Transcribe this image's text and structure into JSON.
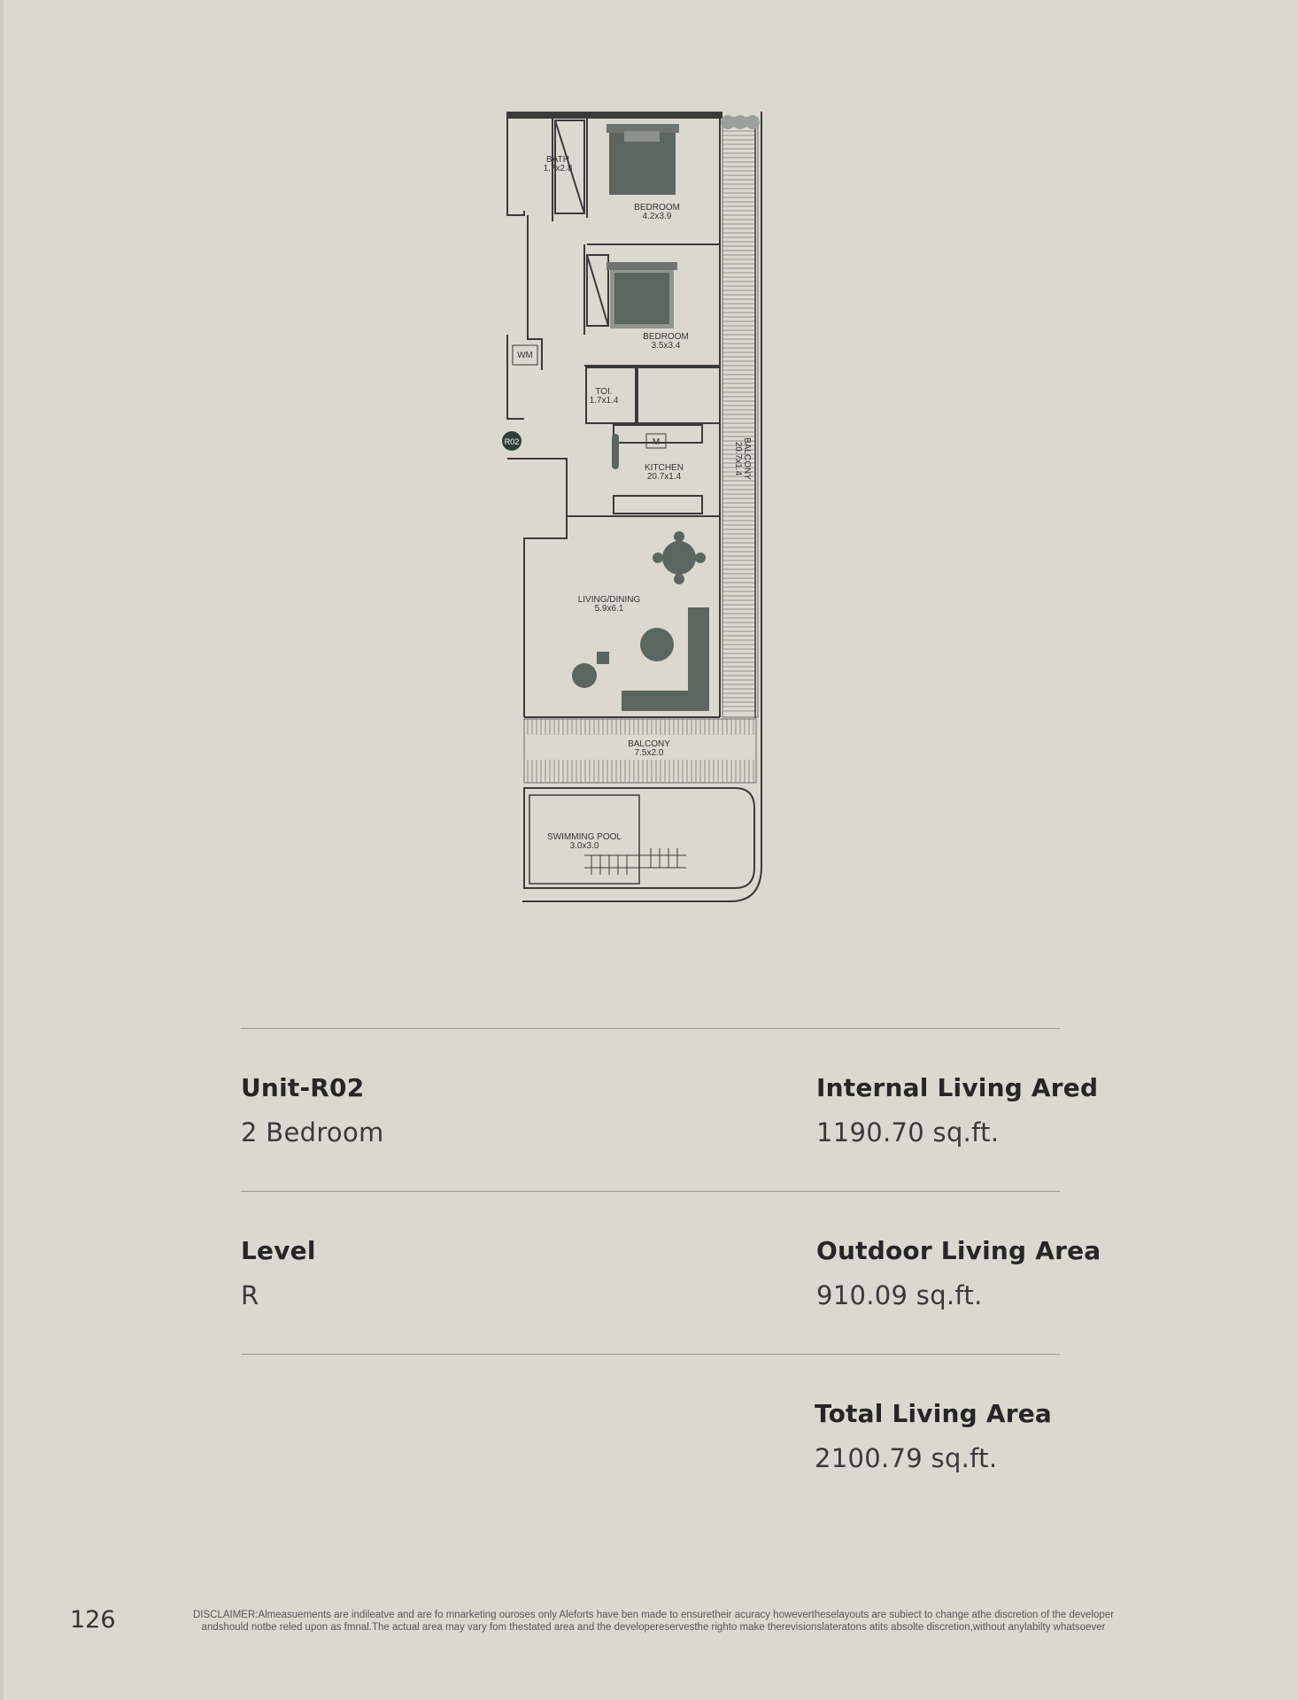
{
  "plan": {
    "rooms": {
      "bath": {
        "name": "BATH",
        "size": "1.7x2.8"
      },
      "bedroom1": {
        "name": "BEDROOM",
        "size": "4.2x3.9"
      },
      "bedroom2": {
        "name": "BEDROOM",
        "size": "3.5x3.4"
      },
      "toilet": {
        "name": "TOI.",
        "size": "1.7x1.4"
      },
      "kitchen": {
        "name": "KITCHEN",
        "size": "20.7x1.4"
      },
      "living": {
        "name": "LIVING/DINING",
        "size": "5.9x6.1"
      },
      "balcony_bottom": {
        "name": "BALCONY",
        "size": "7.5x2.0"
      },
      "balcony_side": {
        "name": "BALCONY",
        "size": "20.7x1.4"
      },
      "pool": {
        "name": "SWIMMING POOL",
        "size": "3.0x3.0"
      }
    },
    "wm_label": "WM",
    "m_label": "M",
    "unit_tag": "R02"
  },
  "details": {
    "unit_label": "Unit-R02",
    "unit_type": "2 Bedroom",
    "internal_label": "Internal Living Ared",
    "internal_value": "1190.70 sq.ft.",
    "level_label": "Level",
    "level_value": "R",
    "outdoor_label": "Outdoor Living Area",
    "outdoor_value": "910.09 sq.ft.",
    "total_label": "Total Living Area",
    "total_value": "2100.79 sq.ft."
  },
  "footer": {
    "page_number": "126",
    "disclaimer_line1": "DISCLAIMER:Almeasuements are indileatve and are fo mnarketing ouroses only Aleforts have ben made to ensuretheir acuracy howevertheselayouts are subiect to change athe discretion of the developer",
    "disclaimer_line2": "andshould notbe reled upon as fmnal.The actual area may vary fom thestated area and the developereservesthe righto make therevisionslateratons atits absolte discretion,without anylabilty whatsoever"
  },
  "colors": {
    "background": "#dbd9cf",
    "furniture": "#5c6660",
    "wall": "#3a3a3a"
  }
}
